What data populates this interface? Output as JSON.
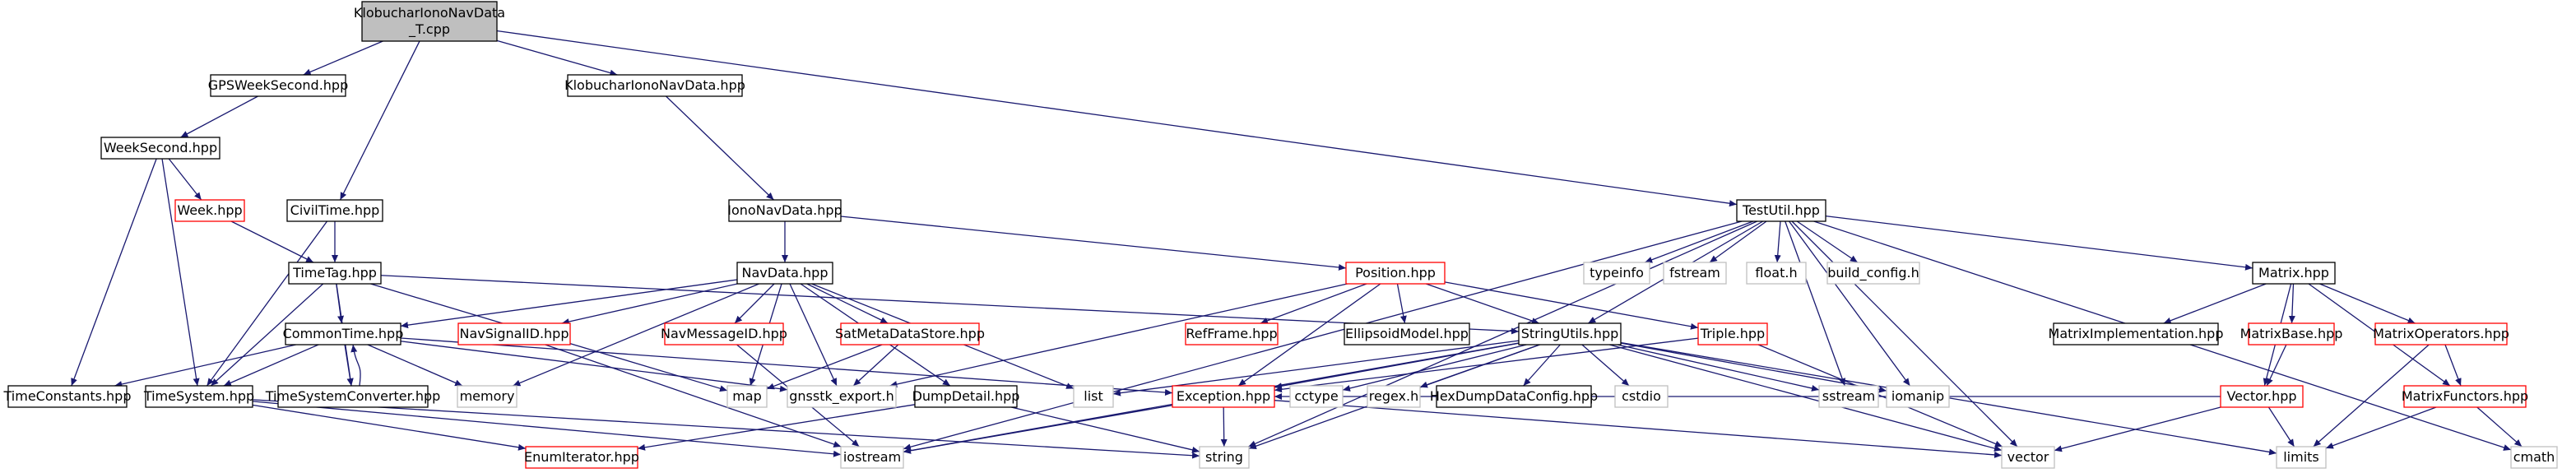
{
  "diagram": {
    "palette": {
      "edge": "#191970",
      "border_default": "#000000",
      "border_missing": "#bfbfbf",
      "border_clickable_red": "#ff0000",
      "root_fill": "#bfbfbf",
      "text": "#000000"
    },
    "nodes": [
      {
        "id": "klobuchar_cpp",
        "lines": [
          "KlobucharIonoNavData",
          "_T.cpp"
        ],
        "style": "root"
      },
      {
        "id": "gpsweeksecond",
        "lines": [
          "GPSWeekSecond.hpp"
        ],
        "style": "normal"
      },
      {
        "id": "klobuchar_hpp",
        "lines": [
          "KlobucharIonoNavData.hpp"
        ],
        "style": "normal"
      },
      {
        "id": "weeksecond",
        "lines": [
          "WeekSecond.hpp"
        ],
        "style": "normal"
      },
      {
        "id": "week",
        "lines": [
          "Week.hpp"
        ],
        "style": "red"
      },
      {
        "id": "civiltime",
        "lines": [
          "CivilTime.hpp"
        ],
        "style": "normal"
      },
      {
        "id": "timetag",
        "lines": [
          "TimeTag.hpp"
        ],
        "style": "normal"
      },
      {
        "id": "ionnavdata",
        "lines": [
          "IonoNavData.hpp"
        ],
        "style": "normal"
      },
      {
        "id": "navdata",
        "lines": [
          "NavData.hpp"
        ],
        "style": "normal"
      },
      {
        "id": "testutil",
        "lines": [
          "TestUtil.hpp"
        ],
        "style": "normal"
      },
      {
        "id": "position",
        "lines": [
          "Position.hpp"
        ],
        "style": "red"
      },
      {
        "id": "commontime",
        "lines": [
          "CommonTime.hpp"
        ],
        "style": "normal"
      },
      {
        "id": "navsignalid",
        "lines": [
          "NavSignalID.hpp"
        ],
        "style": "red"
      },
      {
        "id": "navmessageid",
        "lines": [
          "NavMessageID.hpp"
        ],
        "style": "red"
      },
      {
        "id": "satmeta",
        "lines": [
          "SatMetaDataStore.hpp"
        ],
        "style": "red"
      },
      {
        "id": "refframe",
        "lines": [
          "RefFrame.hpp"
        ],
        "style": "red"
      },
      {
        "id": "ellipsoid",
        "lines": [
          "EllipsoidModel.hpp"
        ],
        "style": "normal"
      },
      {
        "id": "stringutils",
        "lines": [
          "StringUtils.hpp"
        ],
        "style": "normal"
      },
      {
        "id": "triple",
        "lines": [
          "Triple.hpp"
        ],
        "style": "red"
      },
      {
        "id": "matrix",
        "lines": [
          "Matrix.hpp"
        ],
        "style": "normal"
      },
      {
        "id": "typeinfo",
        "lines": [
          "typeinfo"
        ],
        "style": "gray"
      },
      {
        "id": "fstream",
        "lines": [
          "fstream"
        ],
        "style": "gray"
      },
      {
        "id": "float_h",
        "lines": [
          "float.h"
        ],
        "style": "gray"
      },
      {
        "id": "build_config",
        "lines": [
          "build_config.h"
        ],
        "style": "gray"
      },
      {
        "id": "matrix_impl",
        "lines": [
          "MatrixImplementation.hpp"
        ],
        "style": "normal"
      },
      {
        "id": "matrix_base",
        "lines": [
          "MatrixBase.hpp"
        ],
        "style": "red"
      },
      {
        "id": "matrix_ops",
        "lines": [
          "MatrixOperators.hpp"
        ],
        "style": "red"
      },
      {
        "id": "vector_hpp",
        "lines": [
          "Vector.hpp"
        ],
        "style": "red"
      },
      {
        "id": "matrix_functors",
        "lines": [
          "MatrixFunctors.hpp"
        ],
        "style": "red"
      },
      {
        "id": "timeconstants",
        "lines": [
          "TimeConstants.hpp"
        ],
        "style": "normal"
      },
      {
        "id": "timesystem",
        "lines": [
          "TimeSystem.hpp"
        ],
        "style": "normal"
      },
      {
        "id": "timesysconv",
        "lines": [
          "TimeSystemConverter.hpp"
        ],
        "style": "normal"
      },
      {
        "id": "memory",
        "lines": [
          "memory"
        ],
        "style": "gray"
      },
      {
        "id": "map",
        "lines": [
          "map"
        ],
        "style": "gray"
      },
      {
        "id": "gnsstk_export",
        "lines": [
          "gnsstk_export.h"
        ],
        "style": "gray"
      },
      {
        "id": "dumpdetail",
        "lines": [
          "DumpDetail.hpp"
        ],
        "style": "normal"
      },
      {
        "id": "list",
        "lines": [
          "list"
        ],
        "style": "gray"
      },
      {
        "id": "exception",
        "lines": [
          "Exception.hpp"
        ],
        "style": "red"
      },
      {
        "id": "cctype",
        "lines": [
          "cctype"
        ],
        "style": "gray"
      },
      {
        "id": "regex",
        "lines": [
          "regex.h"
        ],
        "style": "gray"
      },
      {
        "id": "hexdump",
        "lines": [
          "HexDumpDataConfig.hpp"
        ],
        "style": "normal"
      },
      {
        "id": "cstdio",
        "lines": [
          "cstdio"
        ],
        "style": "gray"
      },
      {
        "id": "sstream",
        "lines": [
          "sstream"
        ],
        "style": "gray"
      },
      {
        "id": "iomanip",
        "lines": [
          "iomanip"
        ],
        "style": "gray"
      },
      {
        "id": "enumiterator",
        "lines": [
          "EnumIterator.hpp"
        ],
        "style": "red"
      },
      {
        "id": "iostream",
        "lines": [
          "iostream"
        ],
        "style": "gray"
      },
      {
        "id": "string",
        "lines": [
          "string"
        ],
        "style": "gray"
      },
      {
        "id": "vector",
        "lines": [
          "vector"
        ],
        "style": "gray"
      },
      {
        "id": "limits",
        "lines": [
          "limits"
        ],
        "style": "gray"
      },
      {
        "id": "cmath",
        "lines": [
          "cmath"
        ],
        "style": "gray"
      }
    ],
    "edges": [
      [
        "klobuchar_cpp",
        "gpsweeksecond"
      ],
      [
        "klobuchar_cpp",
        "klobuchar_hpp"
      ],
      [
        "klobuchar_cpp",
        "civiltime"
      ],
      [
        "klobuchar_cpp",
        "testutil"
      ],
      [
        "gpsweeksecond",
        "weeksecond"
      ],
      [
        "weeksecond",
        "week"
      ],
      [
        "weeksecond",
        "timeconstants"
      ],
      [
        "weeksecond",
        "timesystem"
      ],
      [
        "week",
        "timetag"
      ],
      [
        "civiltime",
        "timetag"
      ],
      [
        "civiltime",
        "timesystem"
      ],
      [
        "klobuchar_hpp",
        "ionnavdata"
      ],
      [
        "ionnavdata",
        "navdata"
      ],
      [
        "ionnavdata",
        "position"
      ],
      [
        "timetag",
        "commontime"
      ],
      [
        "timetag",
        "timesystem"
      ],
      [
        "timetag",
        "timesysconv"
      ],
      [
        "timetag",
        "map"
      ],
      [
        "timetag",
        "stringutils"
      ],
      [
        "navdata",
        "commontime"
      ],
      [
        "navdata",
        "navsignalid"
      ],
      [
        "navdata",
        "navmessageid"
      ],
      [
        "navdata",
        "satmeta"
      ],
      [
        "navdata",
        "dumpdetail"
      ],
      [
        "navdata",
        "memory"
      ],
      [
        "navdata",
        "map"
      ],
      [
        "navdata",
        "gnsstk_export"
      ],
      [
        "navdata",
        "list"
      ],
      [
        "testutil",
        "stringutils"
      ],
      [
        "testutil",
        "matrix"
      ],
      [
        "testutil",
        "typeinfo"
      ],
      [
        "testutil",
        "fstream"
      ],
      [
        "testutil",
        "float_h"
      ],
      [
        "testutil",
        "build_config"
      ],
      [
        "testutil",
        "sstream"
      ],
      [
        "testutil",
        "iomanip"
      ],
      [
        "testutil",
        "iostream"
      ],
      [
        "testutil",
        "string"
      ],
      [
        "testutil",
        "vector"
      ],
      [
        "testutil",
        "cmath"
      ],
      [
        "position",
        "refframe"
      ],
      [
        "position",
        "ellipsoid"
      ],
      [
        "position",
        "stringutils"
      ],
      [
        "position",
        "triple"
      ],
      [
        "position",
        "exception"
      ],
      [
        "position",
        "gnsstk_export"
      ],
      [
        "commontime",
        "timeconstants"
      ],
      [
        "commontime",
        "timesystem"
      ],
      [
        "commontime",
        "timesysconv"
      ],
      [
        "commontime",
        "memory"
      ],
      [
        "commontime",
        "exception"
      ],
      [
        "commontime",
        "gnsstk_export"
      ],
      [
        "timesysconv",
        "commontime"
      ],
      [
        "navsignalid",
        "iostream"
      ],
      [
        "navmessageid",
        "iostream"
      ],
      [
        "satmeta",
        "gnsstk_export"
      ],
      [
        "satmeta",
        "map"
      ],
      [
        "dumpdetail",
        "enumiterator"
      ],
      [
        "dumpdetail",
        "string"
      ],
      [
        "timesystem",
        "enumiterator"
      ],
      [
        "timesystem",
        "string"
      ],
      [
        "timesystem",
        "iostream"
      ],
      [
        "stringutils",
        "exception"
      ],
      [
        "stringutils",
        "list"
      ],
      [
        "stringutils",
        "cctype"
      ],
      [
        "stringutils",
        "regex"
      ],
      [
        "stringutils",
        "hexdump"
      ],
      [
        "stringutils",
        "cstdio"
      ],
      [
        "stringutils",
        "sstream"
      ],
      [
        "stringutils",
        "iomanip"
      ],
      [
        "stringutils",
        "iostream"
      ],
      [
        "stringutils",
        "string"
      ],
      [
        "stringutils",
        "vector"
      ],
      [
        "stringutils",
        "limits"
      ],
      [
        "triple",
        "exception"
      ],
      [
        "triple",
        "vector"
      ],
      [
        "exception",
        "iostream"
      ],
      [
        "exception",
        "string"
      ],
      [
        "exception",
        "vector"
      ],
      [
        "matrix",
        "matrix_impl"
      ],
      [
        "matrix",
        "matrix_base"
      ],
      [
        "matrix",
        "matrix_ops"
      ],
      [
        "matrix",
        "vector_hpp"
      ],
      [
        "matrix",
        "matrix_functors"
      ],
      [
        "matrix_base",
        "vector_hpp"
      ],
      [
        "matrix_ops",
        "matrix_functors"
      ],
      [
        "matrix_ops",
        "limits"
      ],
      [
        "vector_hpp",
        "vector"
      ],
      [
        "vector_hpp",
        "limits"
      ],
      [
        "vector_hpp",
        "exception"
      ],
      [
        "matrix_functors",
        "limits"
      ],
      [
        "matrix_functors",
        "cmath"
      ]
    ]
  }
}
